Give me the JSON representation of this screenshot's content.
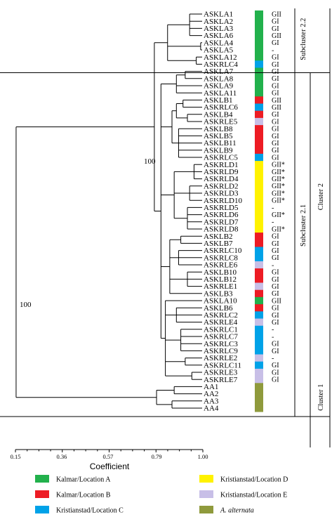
{
  "axis": {
    "title": "Coefficient",
    "ticks": [
      0.15,
      0.36,
      0.57,
      0.79,
      1.0
    ],
    "tick_labels": [
      "0.15",
      "0.36",
      "0.57",
      "0.79",
      "1.00"
    ]
  },
  "bootstrap_labels": [
    "100",
    "100"
  ],
  "isolates": [
    {
      "label": "ASKLA1",
      "loc": "A",
      "gtype": "GII"
    },
    {
      "label": "ASKLA2",
      "loc": "A",
      "gtype": "GI"
    },
    {
      "label": "ASKLA3",
      "loc": "A",
      "gtype": "GI"
    },
    {
      "label": "ASKLA6",
      "loc": "A",
      "gtype": "GII"
    },
    {
      "label": "ASKLA4",
      "loc": "A",
      "gtype": "GI"
    },
    {
      "label": "ASKLA5",
      "loc": "A",
      "gtype": "-"
    },
    {
      "label": "ASKLA12",
      "loc": "A",
      "gtype": "GI"
    },
    {
      "label": "ASKRLC4",
      "loc": "C",
      "gtype": "GI"
    },
    {
      "label": "ASKLA7",
      "loc": "A",
      "gtype": "GI"
    },
    {
      "label": "ASKLA8",
      "loc": "A",
      "gtype": "GI"
    },
    {
      "label": "ASKLA9",
      "loc": "A",
      "gtype": "GI"
    },
    {
      "label": "ASKLA11",
      "loc": "A",
      "gtype": "GI"
    },
    {
      "label": "ASKLB1",
      "loc": "B",
      "gtype": "GII"
    },
    {
      "label": "ASKRLC6",
      "loc": "C",
      "gtype": "GII"
    },
    {
      "label": "ASKLB4",
      "loc": "B",
      "gtype": "GI"
    },
    {
      "label": "ASKRLE5",
      "loc": "E",
      "gtype": "GI"
    },
    {
      "label": "ASKLB8",
      "loc": "B",
      "gtype": "GI"
    },
    {
      "label": "ASKLB5",
      "loc": "B",
      "gtype": "GI"
    },
    {
      "label": "ASKLB11",
      "loc": "B",
      "gtype": "GI"
    },
    {
      "label": "ASKLB9",
      "loc": "B",
      "gtype": "GI"
    },
    {
      "label": "ASKRLC5",
      "loc": "C",
      "gtype": "GI"
    },
    {
      "label": "ASKRLD1",
      "loc": "D",
      "gtype": "GII*"
    },
    {
      "label": "ASKRLD9",
      "loc": "D",
      "gtype": "GII*"
    },
    {
      "label": "ASKRLD4",
      "loc": "D",
      "gtype": "GII*"
    },
    {
      "label": "ASKRLD2",
      "loc": "D",
      "gtype": "GII*"
    },
    {
      "label": "ASKRLD3",
      "loc": "D",
      "gtype": "GII*"
    },
    {
      "label": "ASKRLD10",
      "loc": "D",
      "gtype": "GII*"
    },
    {
      "label": "ASKRLD5",
      "loc": "D",
      "gtype": "-"
    },
    {
      "label": "ASKRLD6",
      "loc": "D",
      "gtype": "GII*"
    },
    {
      "label": "ASKRLD7",
      "loc": "D",
      "gtype": "-"
    },
    {
      "label": "ASKRLD8",
      "loc": "D",
      "gtype": "GII*"
    },
    {
      "label": "ASKLB2",
      "loc": "B",
      "gtype": "GI"
    },
    {
      "label": "ASKLB7",
      "loc": "B",
      "gtype": "GI"
    },
    {
      "label": "ASKRLC10",
      "loc": "C",
      "gtype": "GI"
    },
    {
      "label": "ASKRLC8",
      "loc": "C",
      "gtype": "GI"
    },
    {
      "label": "ASKRLE6",
      "loc": "E",
      "gtype": "-"
    },
    {
      "label": "ASKLB10",
      "loc": "B",
      "gtype": "GI"
    },
    {
      "label": "ASKLB12",
      "loc": "B",
      "gtype": "GI"
    },
    {
      "label": "ASKRLE1",
      "loc": "E",
      "gtype": "GI"
    },
    {
      "label": "ASKLB3",
      "loc": "B",
      "gtype": "GI"
    },
    {
      "label": "ASKLA10",
      "loc": "A",
      "gtype": "GII"
    },
    {
      "label": "ASKLB6",
      "loc": "B",
      "gtype": "GI"
    },
    {
      "label": "ASKRLC2",
      "loc": "C",
      "gtype": "GI"
    },
    {
      "label": "ASKRLE4",
      "loc": "E",
      "gtype": "GI"
    },
    {
      "label": "ASKRLC1",
      "loc": "C",
      "gtype": "-"
    },
    {
      "label": "ASKRLC7",
      "loc": "C",
      "gtype": "-"
    },
    {
      "label": "ASKRLC3",
      "loc": "C",
      "gtype": "GI"
    },
    {
      "label": "ASKRLC9",
      "loc": "C",
      "gtype": "GI"
    },
    {
      "label": "ASKRLE2",
      "loc": "E",
      "gtype": "-"
    },
    {
      "label": "ASKRLC11",
      "loc": "C",
      "gtype": "GI"
    },
    {
      "label": "ASKRLE3",
      "loc": "E",
      "gtype": "GI"
    },
    {
      "label": "ASKRLE7",
      "loc": "E",
      "gtype": "GI"
    },
    {
      "label": "AA1",
      "loc": "AA",
      "gtype": ""
    },
    {
      "label": "AA2",
      "loc": "AA",
      "gtype": ""
    },
    {
      "label": "AA3",
      "loc": "AA",
      "gtype": ""
    },
    {
      "label": "AA4",
      "loc": "AA",
      "gtype": ""
    }
  ],
  "clusters": [
    {
      "label": "Subcluster 2.2",
      "from": 0,
      "to": 7,
      "col": "sub"
    },
    {
      "label": "Subcluster 2.1",
      "from": 8,
      "to": 51,
      "col": "sub"
    },
    {
      "label": "Cluster 2",
      "from": 0,
      "to": 51,
      "col": "main"
    },
    {
      "label": "Cluster 1",
      "from": 52,
      "to": 55,
      "col": "main"
    }
  ],
  "legend": [
    {
      "key": "A",
      "label": "Kalmar/Location A",
      "color": "#22b14c",
      "italic": false
    },
    {
      "key": "D",
      "label": "Kristianstad/Location D",
      "color": "#fff200",
      "italic": false
    },
    {
      "key": "B",
      "label": "Kalmar/Location B",
      "color": "#ed1c24",
      "italic": false
    },
    {
      "key": "E",
      "label": "Kristianstad/Location E",
      "color": "#c8bfe7",
      "italic": false
    },
    {
      "key": "C",
      "label": "Kristianstad/Location C",
      "color": "#00a2e8",
      "italic": false
    },
    {
      "key": "AA",
      "label": "A. alternata",
      "color": "#8f9a3c",
      "italic": true
    }
  ]
}
